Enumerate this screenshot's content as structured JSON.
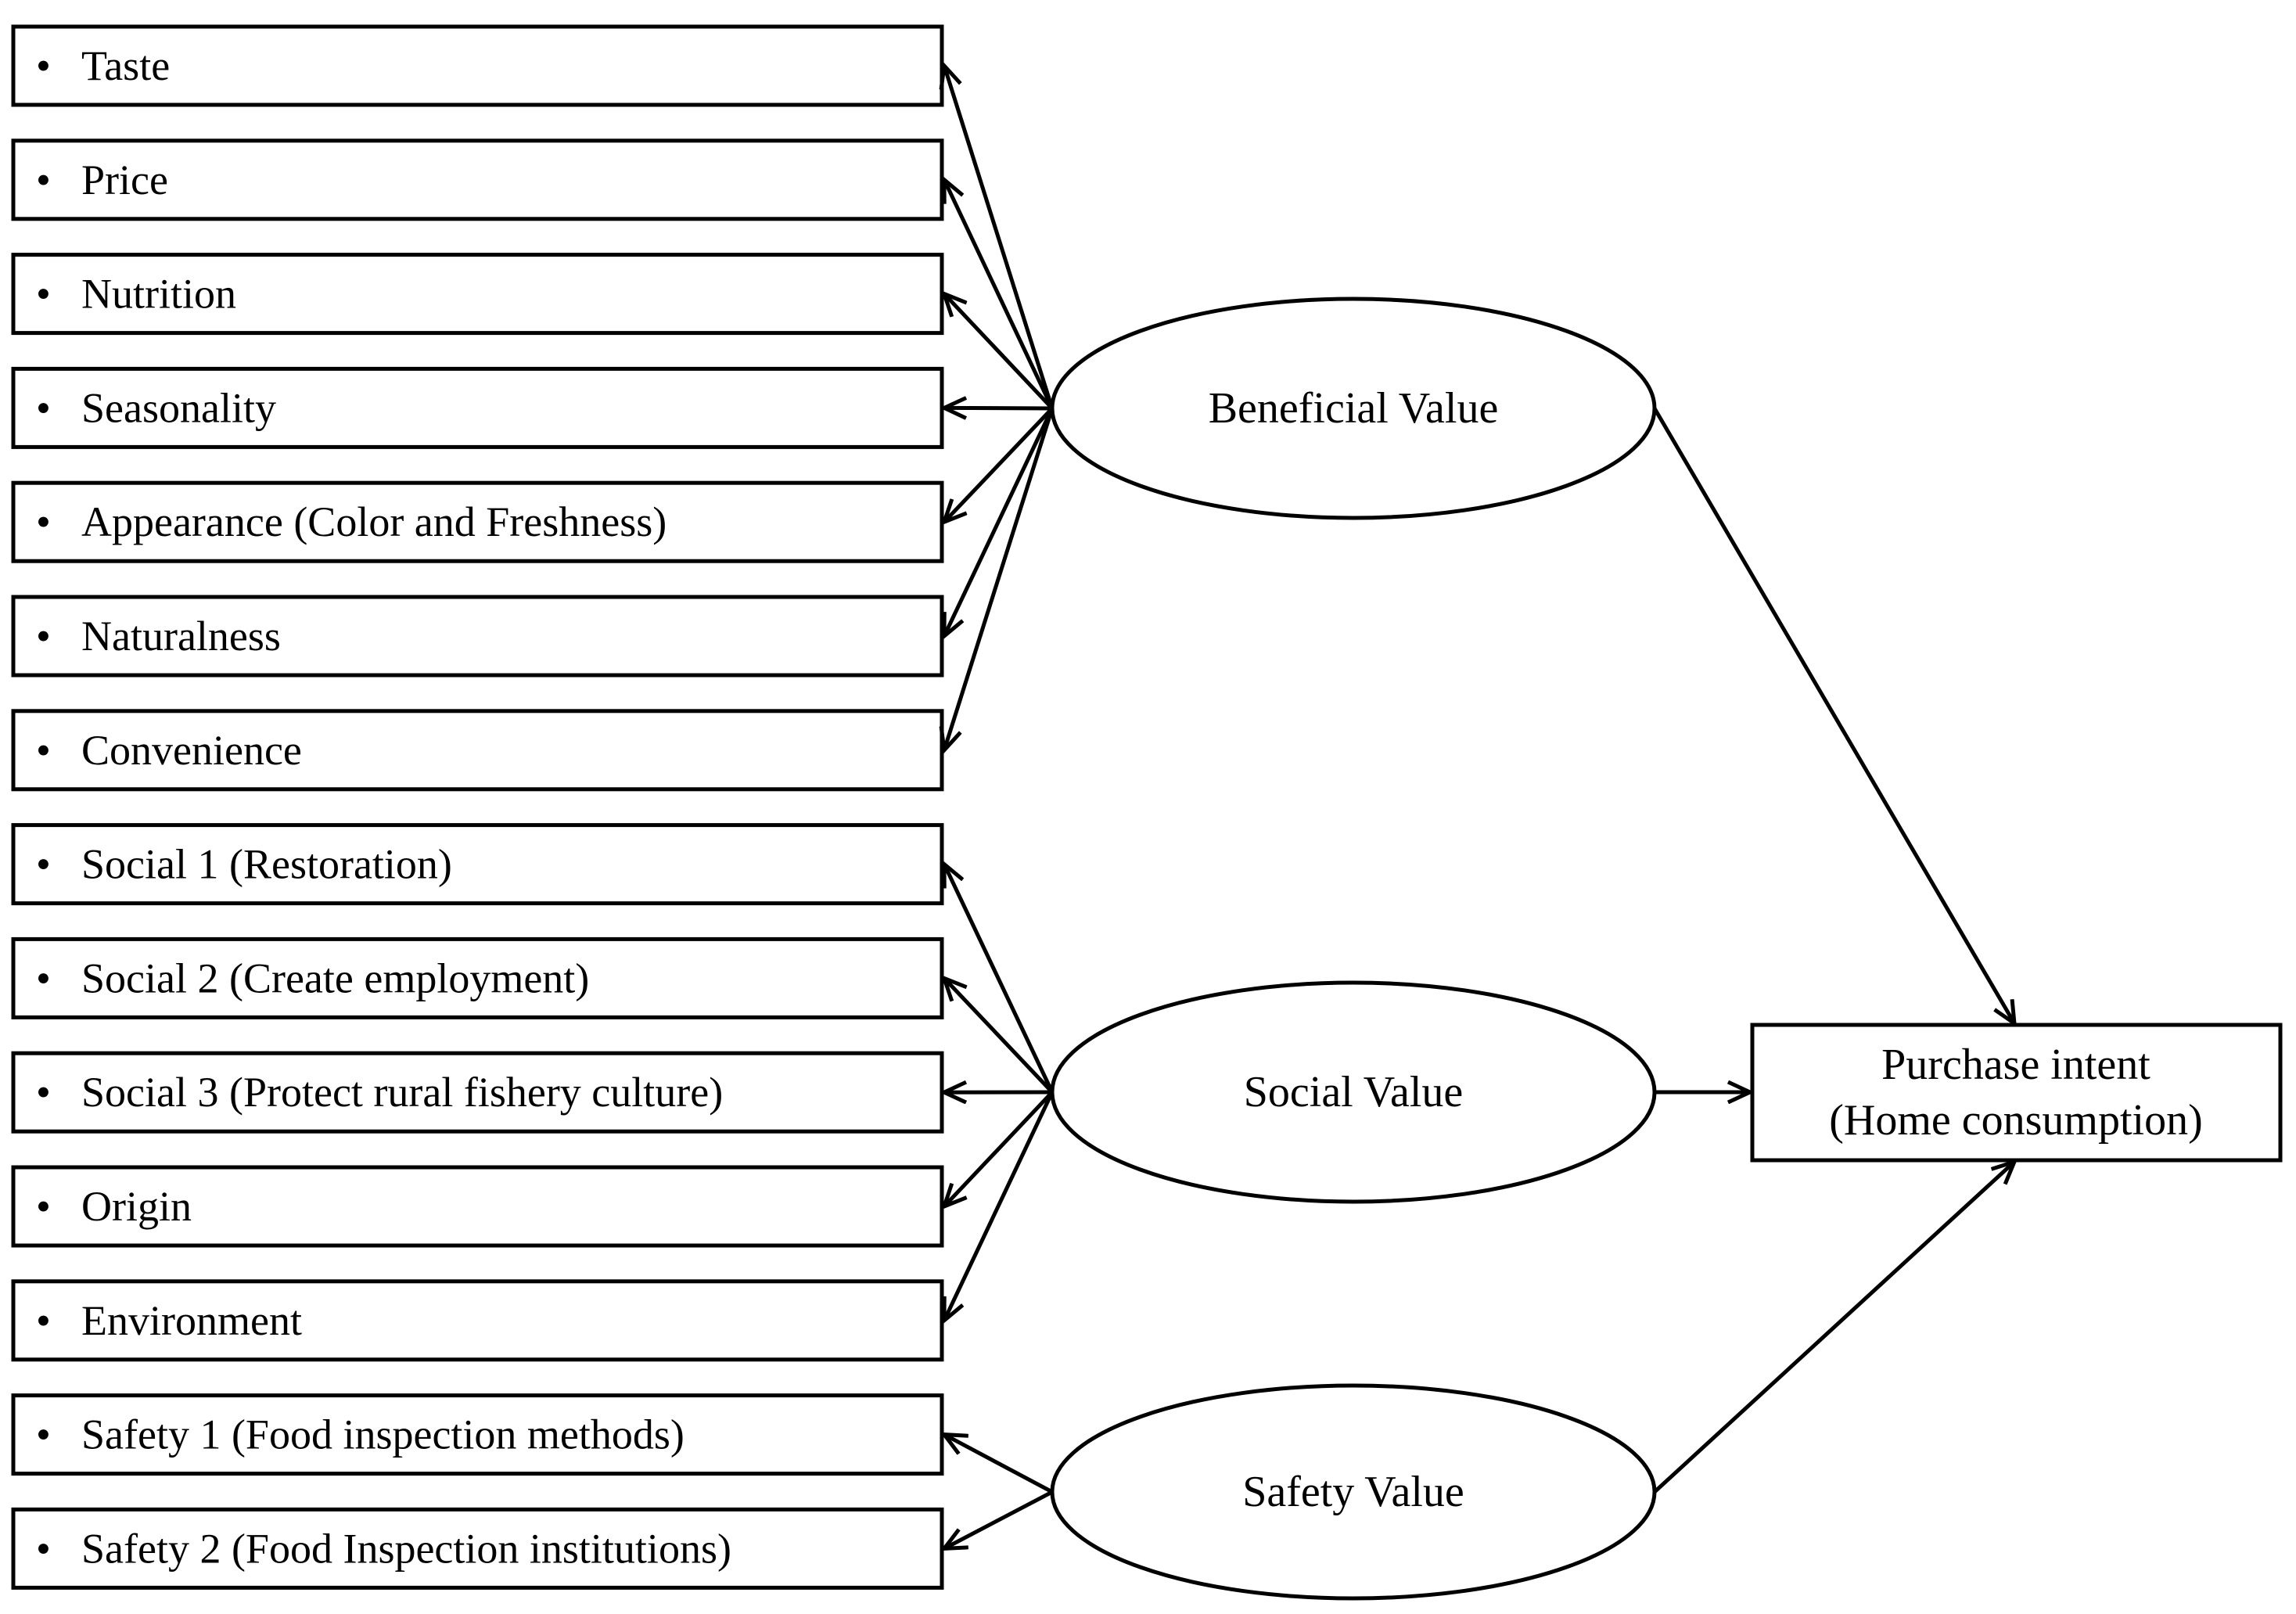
{
  "diagram": {
    "bullet": "•",
    "items": [
      {
        "label": "Taste",
        "construct": "beneficial"
      },
      {
        "label": "Price",
        "construct": "beneficial"
      },
      {
        "label": "Nutrition",
        "construct": "beneficial"
      },
      {
        "label": "Seasonality",
        "construct": "beneficial"
      },
      {
        "label": "Appearance (Color and Freshness)",
        "construct": "beneficial"
      },
      {
        "label": "Naturalness",
        "construct": "beneficial"
      },
      {
        "label": "Convenience",
        "construct": "beneficial"
      },
      {
        "label": "Social 1 (Restoration)",
        "construct": "social"
      },
      {
        "label": "Social 2 (Create employment)",
        "construct": "social"
      },
      {
        "label": "Social 3 (Protect rural fishery culture)",
        "construct": "social"
      },
      {
        "label": "Origin",
        "construct": "social"
      },
      {
        "label": "Environment",
        "construct": "social"
      },
      {
        "label": "Safety 1 (Food inspection methods)",
        "construct": "safety"
      },
      {
        "label": "Safety 2 (Food Inspection institutions)",
        "construct": "safety"
      }
    ],
    "constructs": {
      "beneficial": {
        "label": "Beneficial Value"
      },
      "social": {
        "label": "Social Value"
      },
      "safety": {
        "label": "Safety Value"
      }
    },
    "outcome": {
      "line1": "Purchase intent",
      "line2": "(Home consumption)"
    }
  }
}
